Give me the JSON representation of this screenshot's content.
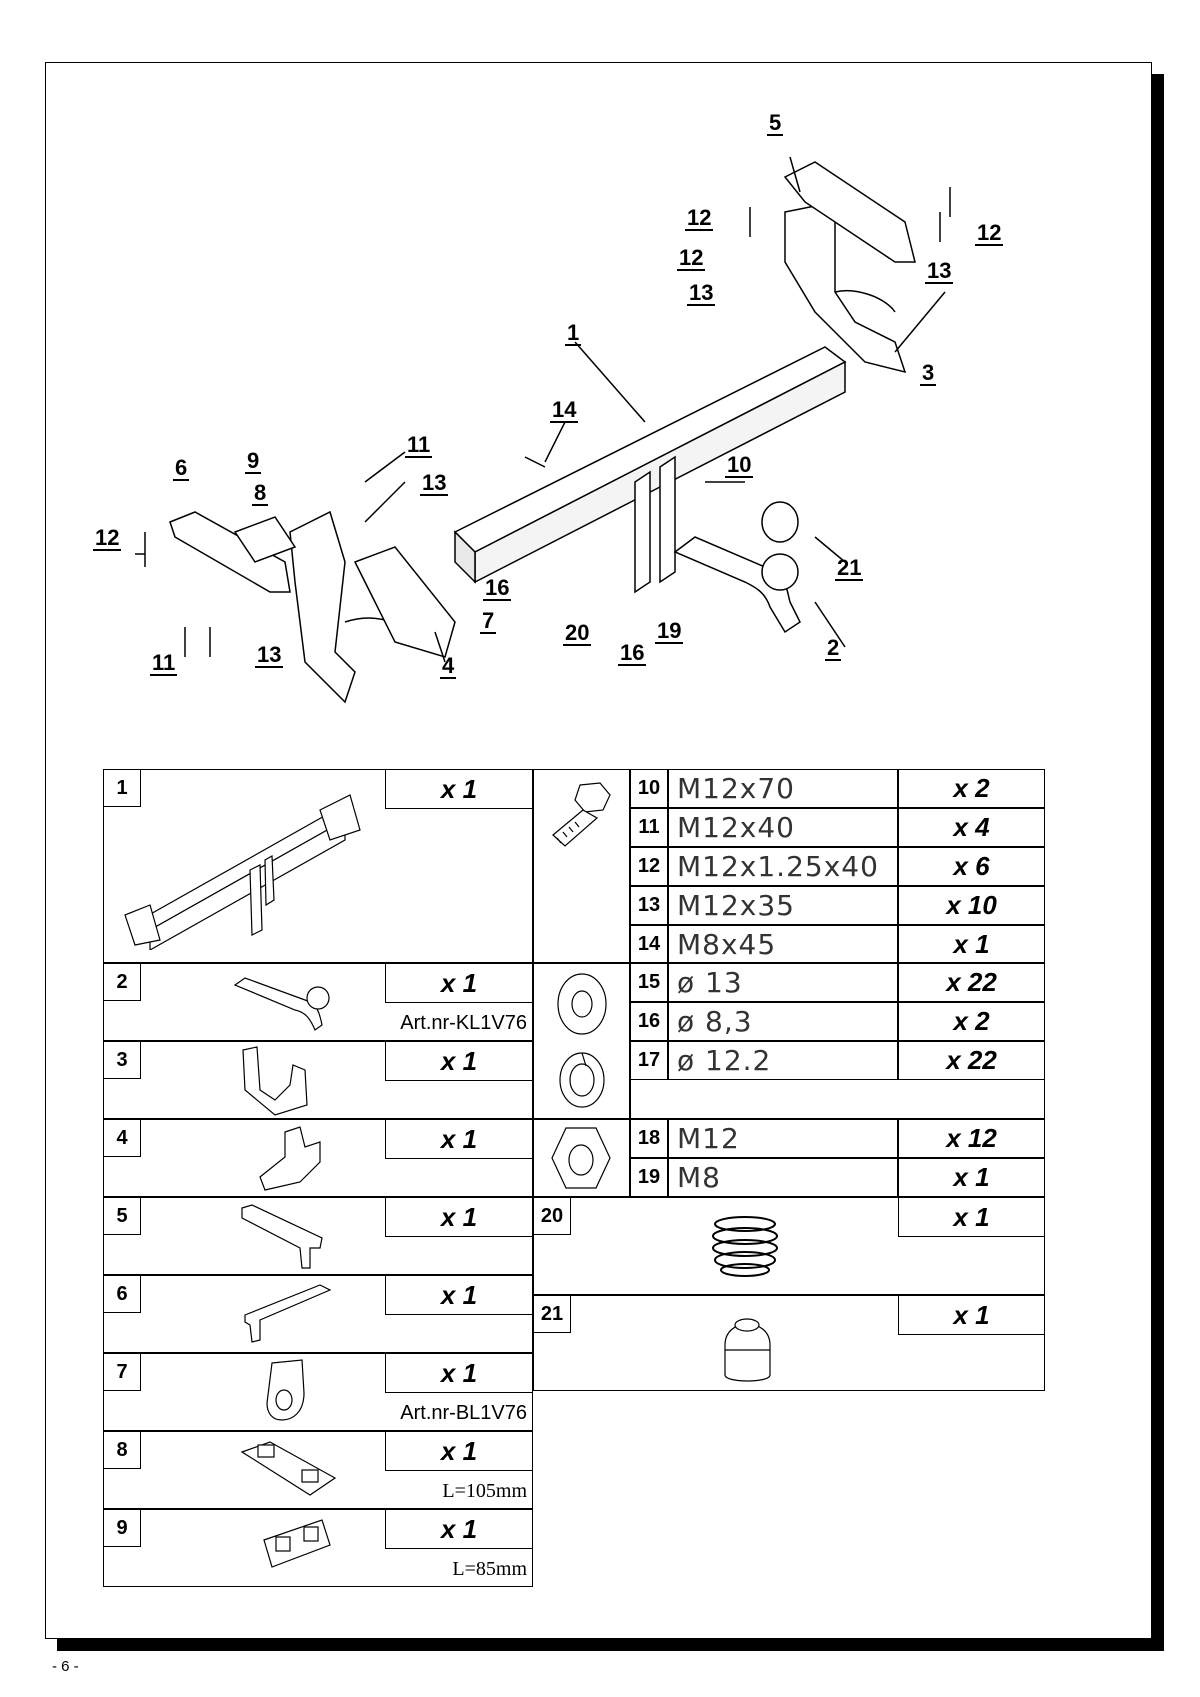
{
  "callouts": {
    "c1": "1",
    "c2": "2",
    "c3": "3",
    "c4": "4",
    "c5": "5",
    "c6": "6",
    "c7": "7",
    "c8": "8",
    "c9": "9",
    "c10": "10",
    "c11a": "11",
    "c11b": "11",
    "c12a": "12",
    "c12b": "12",
    "c12c": "12",
    "c12d": "12",
    "c13a": "13",
    "c13b": "13",
    "c13c": "13",
    "c13d": "13",
    "c14": "14",
    "c16a": "16",
    "c16b": "16",
    "c19": "19",
    "c20": "20",
    "c21": "21"
  },
  "left_parts": [
    {
      "num": "1",
      "qty": "x 1",
      "sub": ""
    },
    {
      "num": "2",
      "qty": "x 1",
      "sub": "Art.nr-KL1V76"
    },
    {
      "num": "3",
      "qty": "x 1",
      "sub": ""
    },
    {
      "num": "4",
      "qty": "x 1",
      "sub": ""
    },
    {
      "num": "5",
      "qty": "x 1",
      "sub": ""
    },
    {
      "num": "6",
      "qty": "x 1",
      "sub": ""
    },
    {
      "num": "7",
      "qty": "x 1",
      "sub": "Art.nr-BL1V76"
    },
    {
      "num": "8",
      "qty": "x 1",
      "sub": "L=105mm"
    },
    {
      "num": "9",
      "qty": "x 1",
      "sub": "L=85mm"
    }
  ],
  "bolts": [
    {
      "num": "10",
      "spec": "M12x70",
      "qty": "x 2"
    },
    {
      "num": "11",
      "spec": "M12x40",
      "qty": "x 4"
    },
    {
      "num": "12",
      "spec": "M12x1.25x40",
      "qty": "x 6"
    },
    {
      "num": "13",
      "spec": "M12x35",
      "qty": "x 10"
    },
    {
      "num": "14",
      "spec": "M8x45",
      "qty": "x 1"
    }
  ],
  "washers": [
    {
      "num": "15",
      "spec": "ø 13",
      "qty": "x 22"
    },
    {
      "num": "16",
      "spec": "ø 8,3",
      "qty": "x 2"
    },
    {
      "num": "17",
      "spec": "ø 12.2",
      "qty": "x 22"
    }
  ],
  "nuts": [
    {
      "num": "18",
      "spec": "M12",
      "qty": "x 12"
    },
    {
      "num": "19",
      "spec": "M8",
      "qty": "x 1"
    }
  ],
  "others": [
    {
      "num": "20",
      "qty": "x 1"
    },
    {
      "num": "21",
      "qty": "x 1"
    }
  ],
  "page_number": "- 6 -"
}
